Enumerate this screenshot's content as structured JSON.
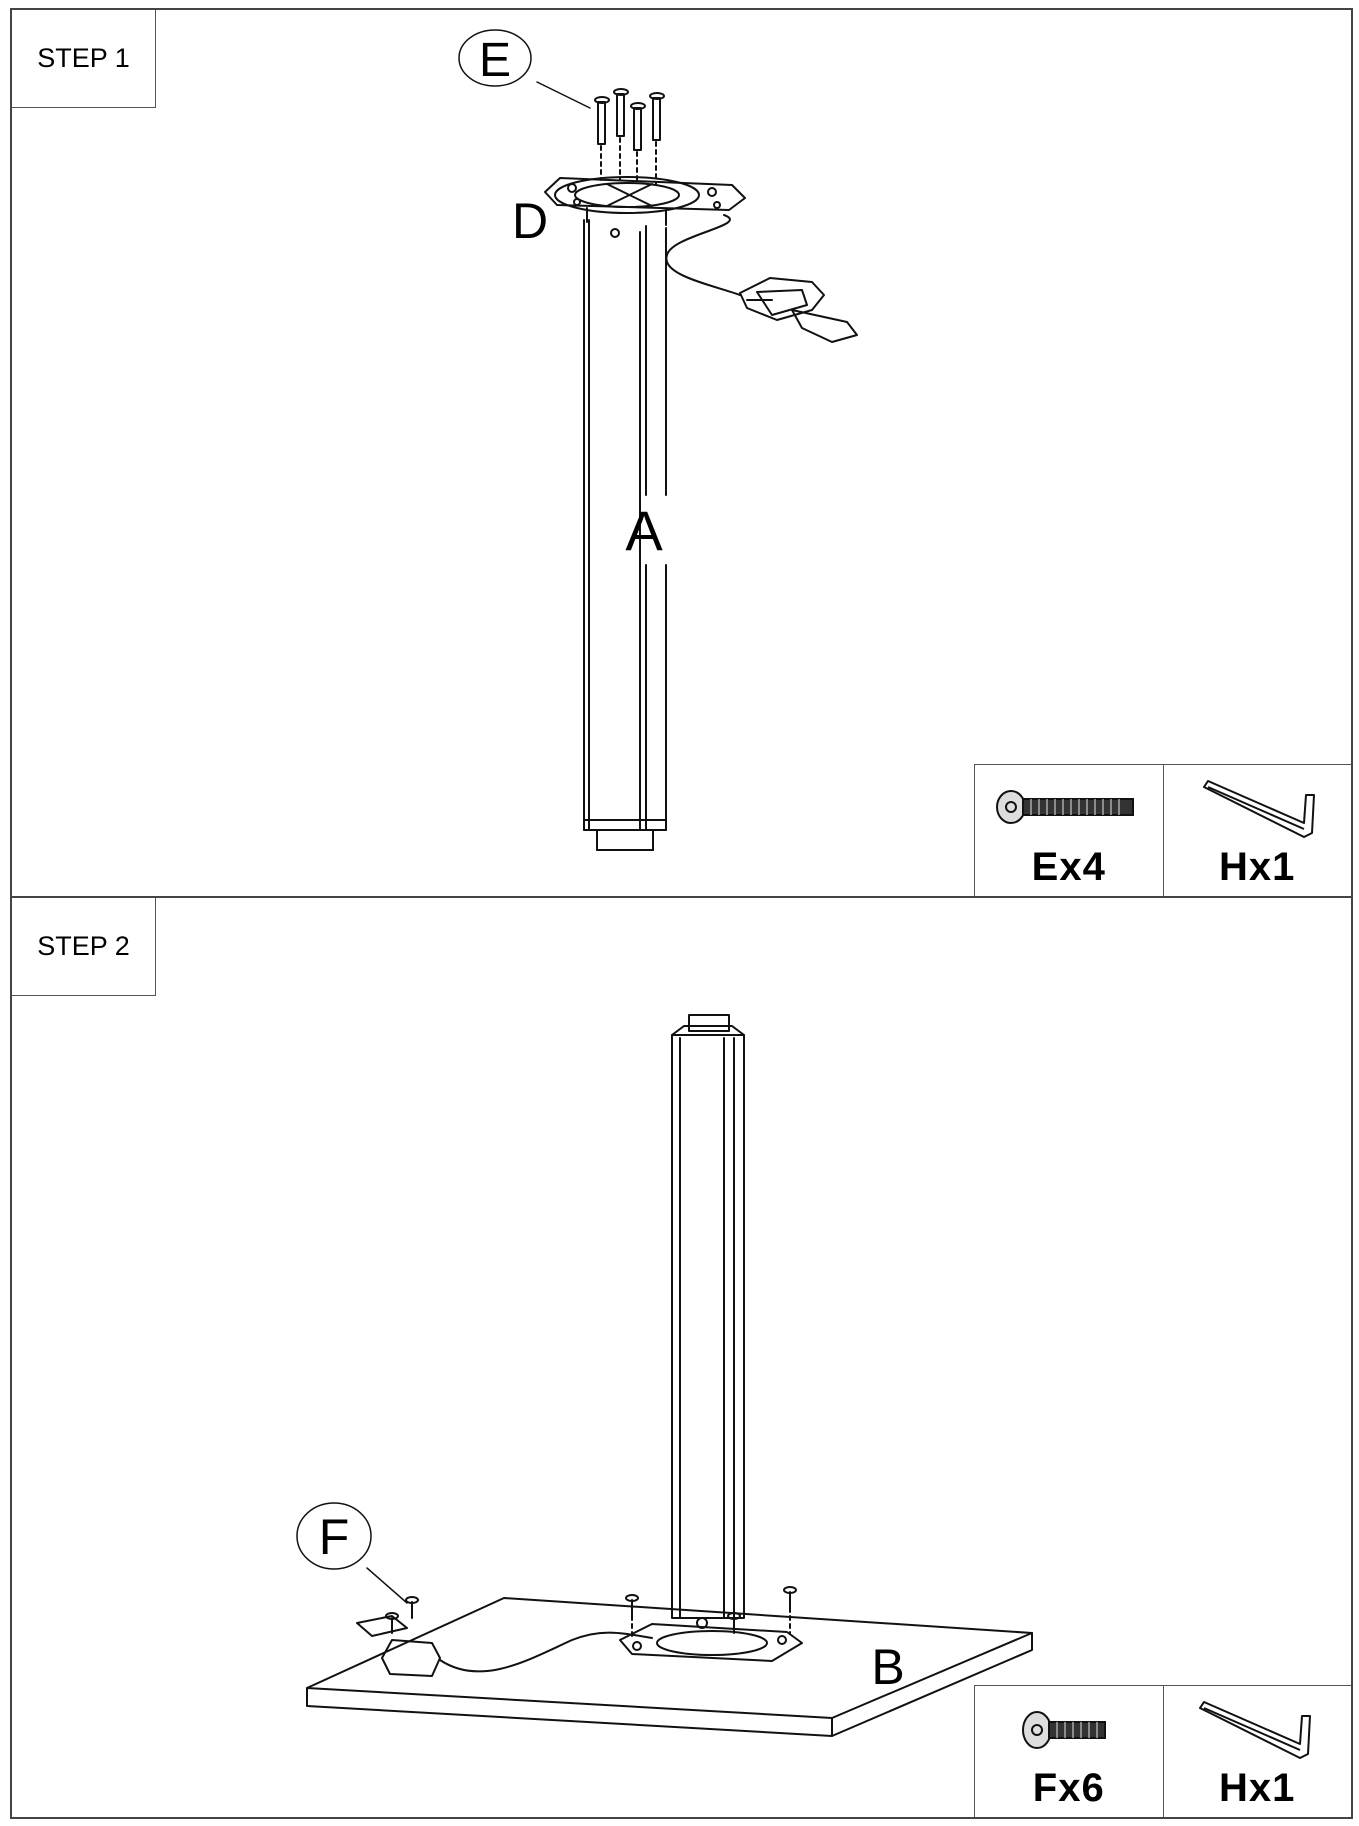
{
  "steps": [
    {
      "title": "STEP 1",
      "part_labels": {
        "column": "A",
        "plate": "D",
        "screws": "E"
      },
      "hardware": [
        {
          "label": "Ex4",
          "icon": "long-bolt-icon"
        },
        {
          "label": "Hx1",
          "icon": "hex-key-icon"
        }
      ]
    },
    {
      "title": "STEP 2",
      "part_labels": {
        "base": "B",
        "screws": "F"
      },
      "hardware": [
        {
          "label": "Fx6",
          "icon": "short-bolt-icon"
        },
        {
          "label": "Hx1",
          "icon": "hex-key-icon"
        }
      ]
    }
  ]
}
